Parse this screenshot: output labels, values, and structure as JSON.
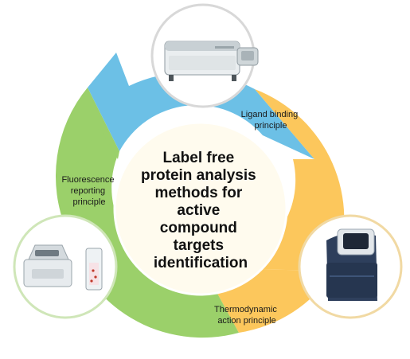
{
  "center": {
    "lines": [
      "Label free",
      "protein analysis",
      "methods for",
      "active",
      "compound",
      "targets",
      "identification"
    ]
  },
  "segments": {
    "ligand": {
      "color": "#6cc0e6",
      "label_lines": [
        "Ligand binding",
        "principle"
      ],
      "instrument_icon": "spectrometer-instrument-icon"
    },
    "thermo": {
      "color": "#fcc75c",
      "label_lines": [
        "Thermodynamic",
        "action principle"
      ],
      "instrument_icon": "thermal-cycler-instrument-icon"
    },
    "fluoro": {
      "color": "#9bd06a",
      "label_lines": [
        "Fluorescence",
        "reporting",
        "principle"
      ],
      "instrument_icon": "fluorescence-analyzer-instrument-icon"
    }
  },
  "colors": {
    "circle_border": "#d8d8d8",
    "center_fill": "#fffbee"
  }
}
